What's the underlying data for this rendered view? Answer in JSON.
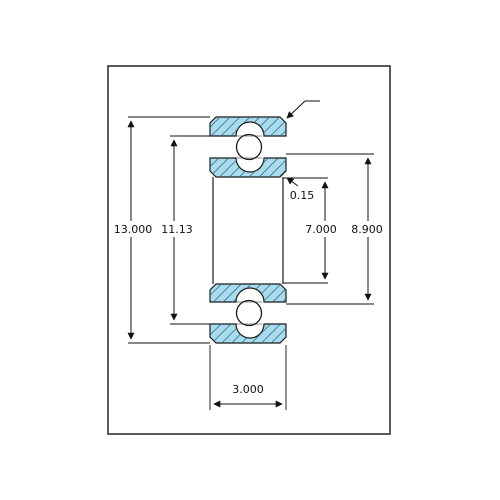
{
  "diagram": {
    "title": "",
    "dimensions": {
      "outer_diameter": "13.000",
      "shoulder_diameter": "11.13",
      "bore_diameter": "7.000",
      "inner_shoulder_diameter": "8.900",
      "width": "3.000",
      "chamfer": "0.15"
    }
  },
  "colors": {
    "ring_fill": "#a9dcef",
    "hatch": "#2a5b73",
    "outline": "#1a1a1a",
    "frame": "#333333",
    "background": "#ffffff"
  }
}
